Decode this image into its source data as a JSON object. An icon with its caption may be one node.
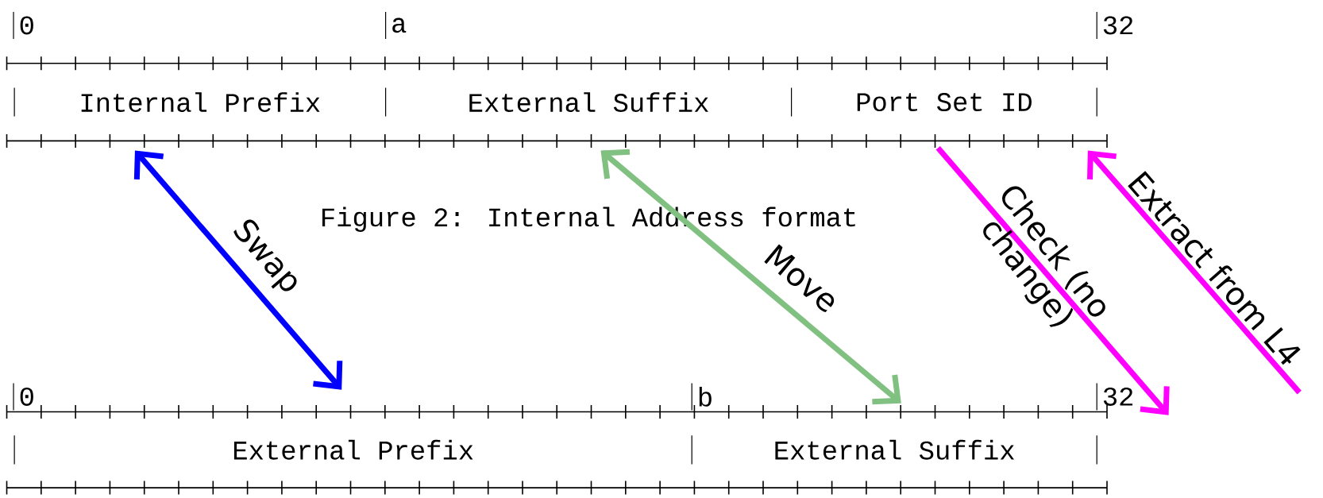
{
  "diagram": {
    "caption": "Figure 2: Internal Address format",
    "nodes": [
      {
        "text": [
          "Internal Prefix"
        ]
      },
      {
        "text": [
          "External Suffix"
        ]
      },
      {
        "text": [
          "Port Set ID"
        ]
      },
      {
        "text": [
          "External Prefix"
        ]
      },
      {
        "text": [
          "External Suffix"
        ]
      }
    ],
    "edges": [
      {
        "from": 0,
        "to": 3,
        "arrow": "both",
        "label": "Swap",
        "color": "#0000ff"
      },
      {
        "from": 1,
        "to": 4,
        "arrow": "both",
        "label": "Move",
        "color": "#80c080"
      },
      {
        "from": 2,
        "to": null,
        "arrow": "to",
        "label": "Check (no change)",
        "color": "#ff00ff"
      },
      {
        "from": null,
        "to": 2,
        "arrow": "to",
        "label": "Extract from L4",
        "color": "#ff00ff"
      }
    ],
    "labels": [
      "0",
      "a",
      "32",
      "0",
      "b",
      "32"
    ]
  }
}
